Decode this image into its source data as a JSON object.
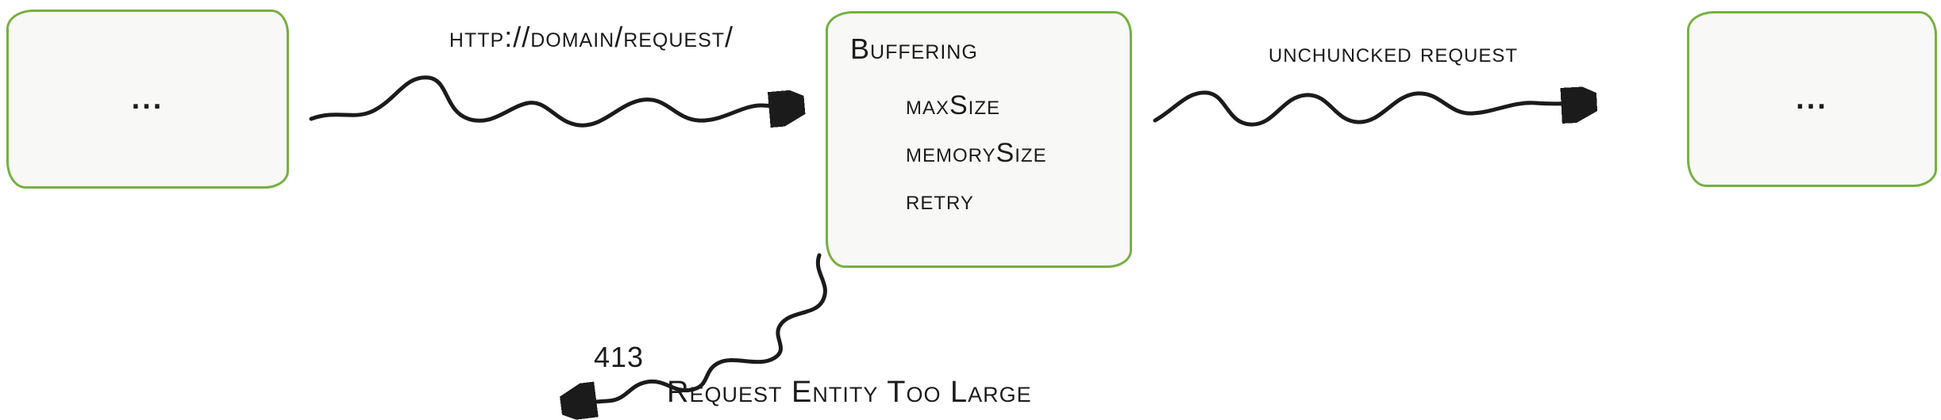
{
  "diagram": {
    "colors": {
      "box_border": "#76b041",
      "box_fill": "#f8f8f6",
      "stroke": "#1b1b1b",
      "background": "#ffffff"
    },
    "left_node": {
      "label": "..."
    },
    "middle_node": {
      "title": "Buffering",
      "fields": [
        "maxSize",
        "memorySize",
        "retry"
      ]
    },
    "right_node": {
      "label": "..."
    },
    "edges": {
      "request": {
        "label": "http://domain/request/"
      },
      "unchunked": {
        "label": "unchuncked request"
      },
      "error": {
        "code": "413",
        "message": "Request Entity Too Large"
      }
    }
  }
}
